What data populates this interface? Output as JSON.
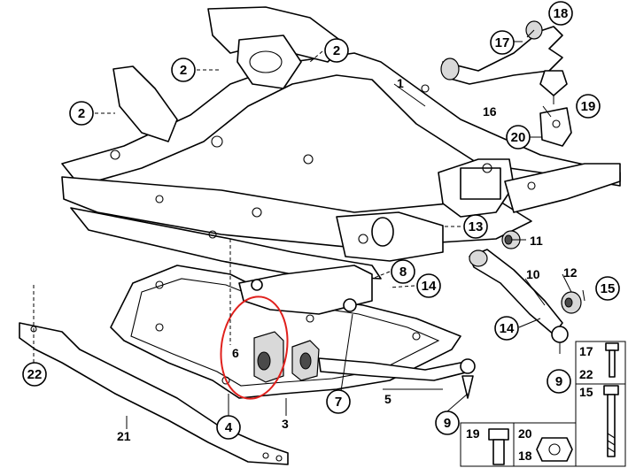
{
  "callouts": [
    {
      "id": "c18",
      "label": "18"
    },
    {
      "id": "c17",
      "label": "17"
    },
    {
      "id": "c2a",
      "label": "2"
    },
    {
      "id": "c2b",
      "label": "2"
    },
    {
      "id": "c2c",
      "label": "2"
    },
    {
      "id": "c19",
      "label": "19"
    },
    {
      "id": "c20",
      "label": "20"
    },
    {
      "id": "c13",
      "label": "13"
    },
    {
      "id": "c8",
      "label": "8"
    },
    {
      "id": "c14a",
      "label": "14"
    },
    {
      "id": "c15",
      "label": "15"
    },
    {
      "id": "c14b",
      "label": "14"
    },
    {
      "id": "c9a",
      "label": "9"
    },
    {
      "id": "c22",
      "label": "22"
    },
    {
      "id": "c7",
      "label": "7"
    },
    {
      "id": "c9b",
      "label": "9"
    },
    {
      "id": "c4",
      "label": "4"
    }
  ],
  "labels": [
    {
      "id": "l1",
      "label": "1"
    },
    {
      "id": "l16",
      "label": "16"
    },
    {
      "id": "l11",
      "label": "11"
    },
    {
      "id": "l10",
      "label": "10"
    },
    {
      "id": "l12",
      "label": "12"
    },
    {
      "id": "l6",
      "label": "6"
    },
    {
      "id": "l5",
      "label": "5"
    },
    {
      "id": "l3",
      "label": "3"
    },
    {
      "id": "l21",
      "label": "21"
    }
  ],
  "legend_boxes": {
    "box_17_22": {
      "top": "17",
      "bottom": "22"
    },
    "box_15": {
      "label": "15"
    },
    "box_19": {
      "label": "19"
    },
    "box_20_18": {
      "top": "20",
      "bottom": "18"
    }
  }
}
